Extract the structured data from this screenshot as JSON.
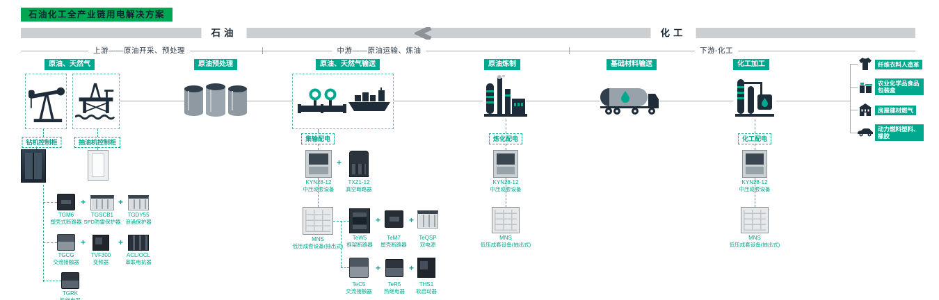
{
  "title": "石油化工全产业链用电解决方案",
  "phases": {
    "oil": "石油",
    "chem": "化工"
  },
  "stages": [
    "上游——原油开采、预处理",
    "中游——原油运输、炼油",
    "下游-化工"
  ],
  "categories": [
    "原油、天然气",
    "原油预处理",
    "原油、天然气输送",
    "原油炼制",
    "基础材料输送",
    "化工加工"
  ],
  "end_products": [
    {
      "icon": "shirt-icon",
      "label": "纤维衣料人造革"
    },
    {
      "icon": "package-icon",
      "label": "农业化学品食品包装盒"
    },
    {
      "icon": "building-icon",
      "label": "房屋建材燃气"
    },
    {
      "icon": "car-icon",
      "label": "动力燃料塑料、橡胶"
    }
  ],
  "panels": [
    "钻机控制柜",
    "抽油机控制柜",
    "集输配电",
    "炼化配电",
    "化工配电"
  ],
  "oil_products": [
    {
      "name": "TGM6",
      "desc": "塑壳式断路器"
    },
    {
      "name": "TGSCB1",
      "desc": "SPD防雷保护器"
    },
    {
      "name": "TGDY55",
      "desc": "浪涌保护器"
    },
    {
      "name": "TGCG",
      "desc": "交流接触器"
    },
    {
      "name": "TVF300",
      "desc": "变频器"
    },
    {
      "name": "ACL/OCL",
      "desc": "串联电抗器"
    },
    {
      "name": "TGRK",
      "desc": "热继电器"
    }
  ],
  "gathering_products": [
    {
      "name": "KYN28-12",
      "desc": "中压成套设备"
    },
    {
      "name": "TXZ1-12",
      "desc": "真空断路器"
    },
    {
      "name": "MNS",
      "desc": "低压成套设备(抽出式)"
    },
    {
      "name": "TeW5",
      "desc": "框架断路器"
    },
    {
      "name": "TeM7",
      "desc": "塑壳断路器"
    },
    {
      "name": "TeQSP",
      "desc": "双电源"
    },
    {
      "name": "TeC5",
      "desc": "交流接触器"
    },
    {
      "name": "TeR5",
      "desc": "热继电器"
    },
    {
      "name": "THS1",
      "desc": "软启动器"
    }
  ],
  "refining_products": [
    {
      "name": "KYN28-12",
      "desc": "中压成套设备"
    },
    {
      "name": "MNS",
      "desc": "低压成套设备(抽出式)"
    }
  ],
  "chemical_products": [
    {
      "name": "KYN28-12",
      "desc": "中压成套设备"
    },
    {
      "name": "MNS",
      "desc": "低压成套设备(抽出式)"
    }
  ],
  "plus": "+",
  "colors": {
    "brand_green": "#00a651",
    "teal": "#00a88e",
    "dark_navy": "#1e2c3a",
    "band_gray": "#cbcfd2"
  }
}
